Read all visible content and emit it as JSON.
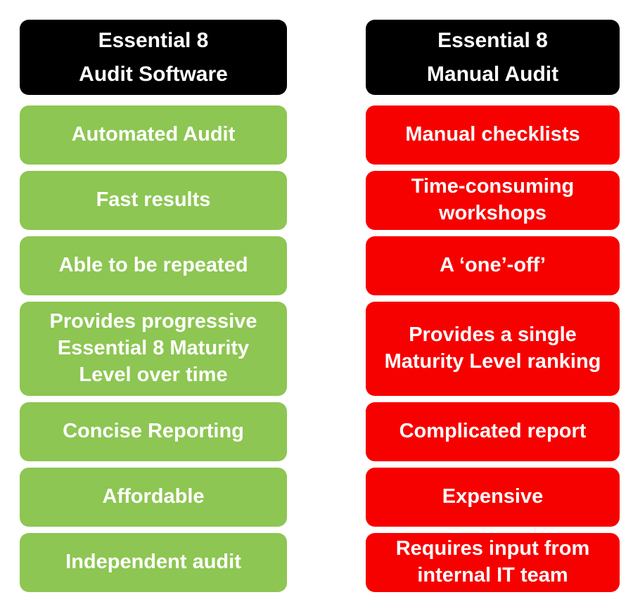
{
  "page": {
    "background": "#ffffff",
    "text_color": "#ffffff",
    "header_bg": "#000000"
  },
  "columns": [
    {
      "id": "audit-software",
      "header_lines": [
        "Essential 8",
        "Audit Software"
      ],
      "header_bg": "#000000",
      "item_bg": "#8DC652",
      "items": [
        "Automated Audit",
        "Fast results",
        "Able to be repeated",
        "Provides progressive Essential 8 Maturity Level over time",
        "Concise Reporting",
        "Affordable",
        "Independent audit"
      ]
    },
    {
      "id": "manual-audit",
      "header_lines": [
        "Essential 8",
        "Manual Audit"
      ],
      "header_bg": "#000000",
      "item_bg": "#F70000",
      "items": [
        "Manual checklists",
        "Time-consuming workshops",
        "A ‘one’-off’",
        "Provides a single Maturity Level ranking",
        "Complicated report",
        "Expensive",
        "Requires input from internal IT team"
      ]
    }
  ]
}
